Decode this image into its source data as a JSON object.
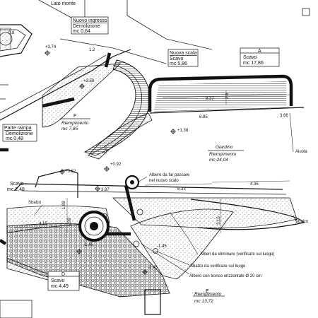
{
  "site": {
    "header": "Lato monte"
  },
  "zones": {
    "nuovo_ingresso": {
      "title": "Nuovo ingresso",
      "work": "Demolizione",
      "volume": "mc 0,64"
    },
    "nuova_scala": {
      "title": "Nuova scala",
      "work": "Scavo",
      "volume": "mc 5,86"
    },
    "a": {
      "letter": "A",
      "work": "Scavo",
      "volume": "mc 17,86"
    },
    "f": {
      "letter": "F",
      "work": "Riempimento",
      "volume": "mc 7,85"
    },
    "parte_rampa": {
      "title": "Parte rampa",
      "work": "Demolizione",
      "volume": "mc 0,48"
    },
    "scavo_left": {
      "work": "Scavo",
      "volume": "mc 2,48"
    },
    "giardino": {
      "title": "Giardino",
      "work": "Riempimento",
      "volume": "mc 24,04"
    },
    "d": {
      "letter": "D",
      "work": "Scavo",
      "volume": "mc 4,49"
    },
    "e": {
      "letter": "E",
      "work": "Riempimento",
      "volume": "mc 13,72"
    }
  },
  "levels": [
    "+3.74",
    "+3.58",
    "+1.38",
    "+0.62",
    "+0.92",
    "3.87",
    "-1.45",
    "-1.45",
    "-1.45",
    "0.8"
  ],
  "dimensions": [
    "1.2",
    "9.37",
    "2.8",
    "6.85",
    "3.66",
    "1.97",
    "5.33",
    "4.35",
    "3.15",
    "1.89",
    "4.15",
    "1.99"
  ],
  "annotations": {
    "albero_scala": "Albero da far passare nel nuovo scalo",
    "alberi_eliminare": "Alberi da eliminare (verificare sul luogo)",
    "sbalzo_verificare": "Sbalzo da verificare sul luogo",
    "albero_tronco": "Albero con tronco orizzontale Ø 20 cm",
    "sbalzo_left": "Sbalzo",
    "sbalzo_right": "Sbalzo",
    "aiuola": "Aiuola"
  }
}
